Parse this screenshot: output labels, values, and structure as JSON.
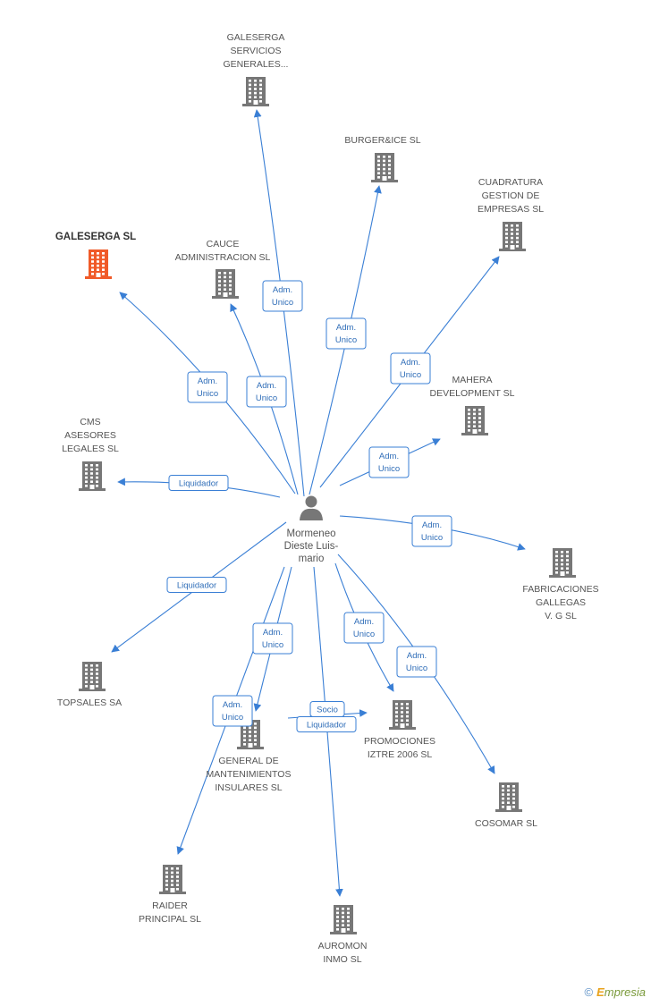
{
  "colors": {
    "edge": "#3a7fd5",
    "building": "#777777",
    "highlight": "#f05a28",
    "badge_text": "#2f6db8"
  },
  "center": {
    "name_lines": [
      "Mormeneo",
      "Dieste Luis-",
      "mario"
    ],
    "icon": "person-icon"
  },
  "companies": [
    {
      "id": "galeserga-servicios",
      "lines": [
        "GALESERGA",
        "SERVICIOS",
        "GENERALES..."
      ],
      "highlight": false
    },
    {
      "id": "burger-ice",
      "lines": [
        "BURGER&ICE  SL"
      ],
      "highlight": false
    },
    {
      "id": "cuadratura",
      "lines": [
        "CUADRATURA",
        "GESTION DE",
        "EMPRESAS  SL"
      ],
      "highlight": false
    },
    {
      "id": "galeserga",
      "lines": [
        "GALESERGA SL"
      ],
      "highlight": true
    },
    {
      "id": "cauce",
      "lines": [
        "CAUCE",
        "ADMINISTRACION SL"
      ],
      "highlight": false
    },
    {
      "id": "mahera",
      "lines": [
        "MAHERA",
        "DEVELOPMENT SL"
      ],
      "highlight": false
    },
    {
      "id": "cms",
      "lines": [
        "CMS",
        "ASESORES",
        "LEGALES SL"
      ],
      "highlight": false
    },
    {
      "id": "fabricaciones",
      "lines": [
        "FABRICACIONES",
        "GALLEGAS",
        "V.  G SL"
      ],
      "highlight": false
    },
    {
      "id": "topsales",
      "lines": [
        "TOPSALES SA"
      ],
      "highlight": false
    },
    {
      "id": "promociones",
      "lines": [
        "PROMOCIONES",
        "IZTRE 2006 SL"
      ],
      "highlight": false
    },
    {
      "id": "general-mant",
      "lines": [
        "GENERAL DE",
        "MANTENIMIENTOS",
        "INSULARES SL"
      ],
      "highlight": false
    },
    {
      "id": "cosomar",
      "lines": [
        "COSOMAR SL"
      ],
      "highlight": false
    },
    {
      "id": "raider",
      "lines": [
        "RAIDER",
        "PRINCIPAL SL"
      ],
      "highlight": false
    },
    {
      "id": "auromon",
      "lines": [
        "AUROMON",
        "INMO  SL"
      ],
      "highlight": false
    }
  ],
  "relations": [
    {
      "target": "galeserga-servicios",
      "lines": [
        "Adm.",
        "Unico"
      ]
    },
    {
      "target": "burger-ice",
      "lines": [
        "Adm.",
        "Unico"
      ]
    },
    {
      "target": "cuadratura",
      "lines": [
        "Adm.",
        "Unico"
      ]
    },
    {
      "target": "galeserga",
      "lines": [
        "Adm.",
        "Unico"
      ]
    },
    {
      "target": "cauce",
      "lines": [
        "Adm.",
        "Unico"
      ]
    },
    {
      "target": "mahera",
      "lines": [
        "Adm.",
        "Unico"
      ]
    },
    {
      "target": "cms",
      "lines": [
        "Liquidador"
      ]
    },
    {
      "target": "fabricaciones",
      "lines": [
        "Adm.",
        "Unico"
      ]
    },
    {
      "target": "topsales",
      "lines": [
        "Liquidador"
      ]
    },
    {
      "target": "promociones",
      "lines": [
        "Adm.",
        "Unico"
      ]
    },
    {
      "target": "general-mant",
      "lines": [
        "Adm.",
        "Unico"
      ]
    },
    {
      "target": "raider",
      "lines": [
        "Adm.",
        "Unico"
      ]
    },
    {
      "target": "cosomar",
      "lines": [
        "Adm.",
        "Unico"
      ]
    },
    {
      "target": "auromon",
      "lines": [
        "Socio"
      ]
    },
    {
      "target": "auromon",
      "lines": [
        "Liquidador"
      ]
    }
  ],
  "footer": {
    "copyright_symbol": "©",
    "brand_initial": "E",
    "brand_rest": "mpresia"
  }
}
